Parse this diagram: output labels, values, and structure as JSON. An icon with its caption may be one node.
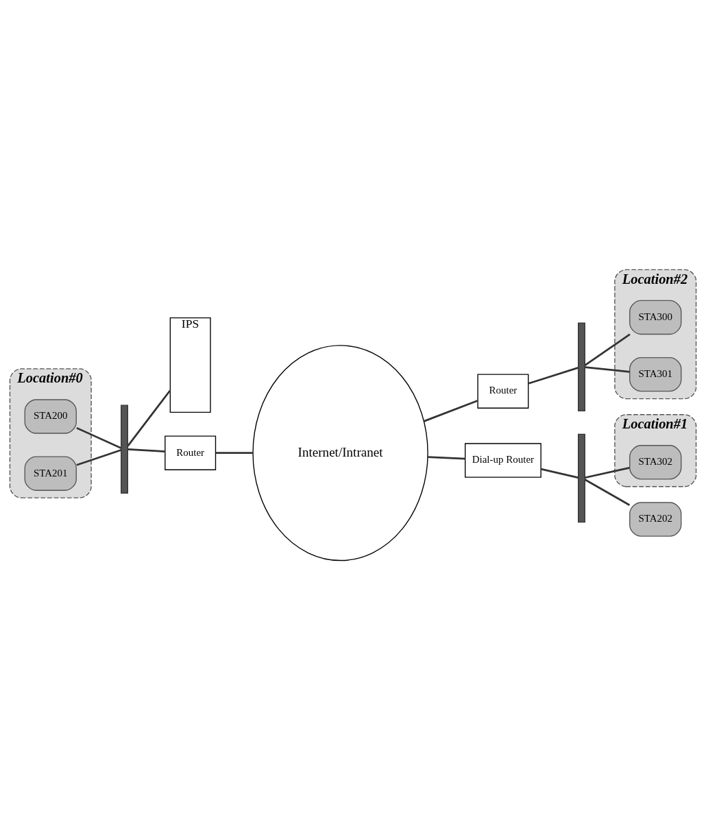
{
  "diagram": {
    "nodes": [
      {
        "text": [
          "IPS"
        ]
      },
      {
        "text": [
          "Internet/Intranet"
        ]
      },
      {
        "text": [
          "Router"
        ]
      },
      {
        "text": [],
        "shape": "bar"
      },
      {
        "text": [
          "Location#2"
        ]
      },
      {
        "text": [
          "STA300"
        ],
        "in": 4
      },
      {
        "text": [
          "STA301"
        ],
        "in": 4
      },
      {
        "text": [
          "Router"
        ]
      },
      {
        "text": [],
        "shape": "bar"
      },
      {
        "text": [
          "Location#0"
        ]
      },
      {
        "text": [
          "STA200"
        ],
        "in": 9
      },
      {
        "text": [
          "STA201"
        ],
        "in": 9
      },
      {
        "text": [
          "Dial-up Router"
        ]
      },
      {
        "text": [],
        "shape": "bar"
      },
      {
        "text": [
          "Location#1"
        ]
      },
      {
        "text": [
          "STA302"
        ],
        "in": 14
      },
      {
        "text": [
          "STA202"
        ]
      }
    ],
    "edges": [
      {
        "from": 10,
        "to": 8,
        "arrow": "none"
      },
      {
        "from": 11,
        "to": 8,
        "arrow": "none"
      },
      {
        "from": 8,
        "to": 0,
        "arrow": "none"
      },
      {
        "from": 8,
        "to": 7,
        "arrow": "none"
      },
      {
        "from": 7,
        "to": 1,
        "arrow": "none"
      },
      {
        "from": 1,
        "to": 2,
        "arrow": "none"
      },
      {
        "from": 2,
        "to": 3,
        "arrow": "none"
      },
      {
        "from": 3,
        "to": 5,
        "arrow": "none"
      },
      {
        "from": 3,
        "to": 6,
        "arrow": "none"
      },
      {
        "from": 1,
        "to": 12,
        "arrow": "none"
      },
      {
        "from": 12,
        "to": 13,
        "arrow": "none"
      },
      {
        "from": 13,
        "to": 15,
        "arrow": "none"
      },
      {
        "from": 13,
        "to": 16,
        "arrow": "none"
      }
    ]
  }
}
